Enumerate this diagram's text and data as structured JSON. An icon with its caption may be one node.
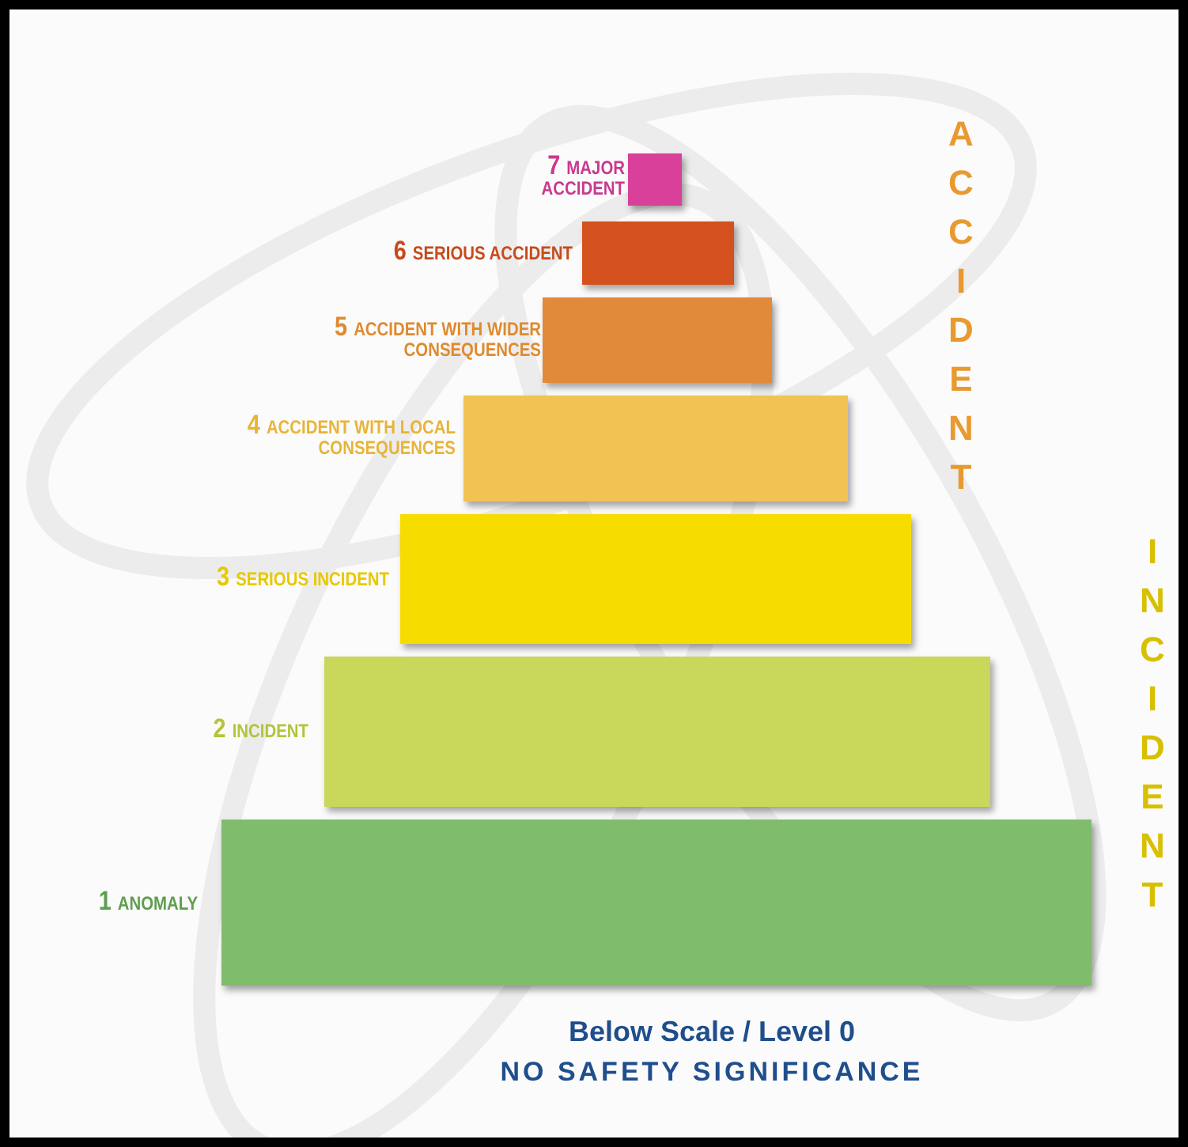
{
  "diagram": {
    "nodes": [
      {
        "text": [],
        "shape": "bar",
        "beside": [
          "7 MAJOR ACCIDENT"
        ]
      },
      {
        "text": [],
        "shape": "bar",
        "beside": [
          "6 SERIOUS ACCIDENT"
        ]
      },
      {
        "text": [],
        "shape": "bar",
        "beside": [
          "5 ACCIDENT WITH WIDER CONSEQUENCES"
        ]
      },
      {
        "text": [],
        "shape": "bar",
        "beside": [
          "4 ACCIDENT WITH LOCAL CONSEQUENCES"
        ]
      },
      {
        "text": [],
        "shape": "bar",
        "beside": [
          "3 SERIOUS INCIDENT"
        ]
      },
      {
        "text": [],
        "shape": "bar",
        "beside": [
          "2 INCIDENT"
        ]
      },
      {
        "text": [],
        "shape": "bar",
        "beside": [
          "1 ANOMALY"
        ]
      }
    ],
    "labels": [
      "ACCIDENT",
      "INCIDENT",
      "Below Scale / Level 0",
      "NO SAFETY SIGNIFICANCE"
    ]
  }
}
